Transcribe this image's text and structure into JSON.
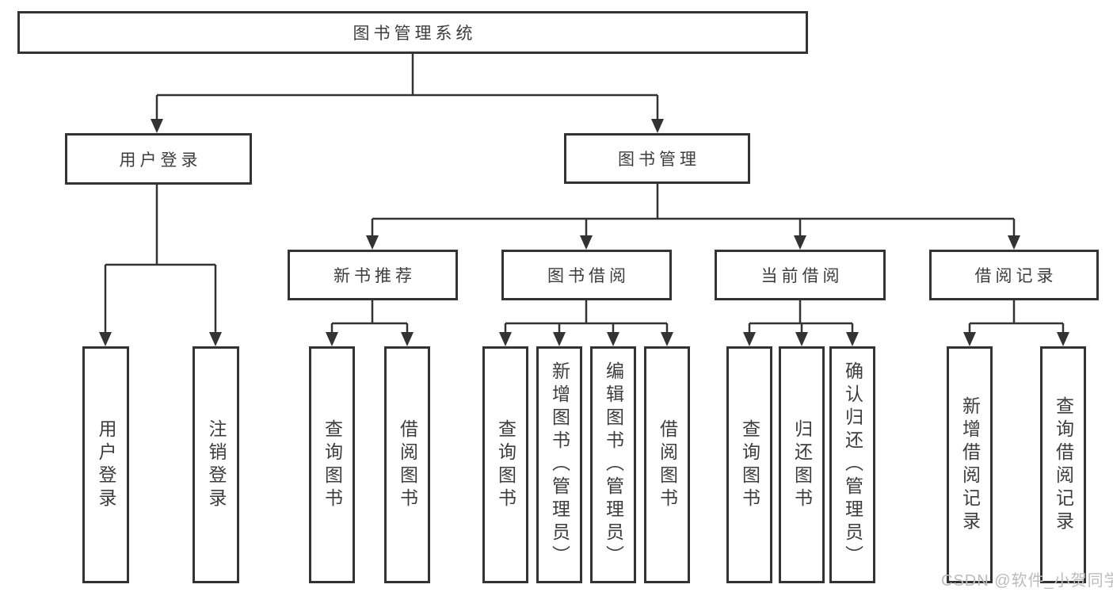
{
  "colors": {
    "line": "#333333",
    "text": "#3d3d3d",
    "background": "#ffffff",
    "watermark": "#bcbcbc"
  },
  "root": {
    "label": "图书管理系统"
  },
  "branches": [
    {
      "label": "用户登录",
      "children": [
        {
          "label": "用户登录"
        },
        {
          "label": "注销登录"
        }
      ]
    },
    {
      "label": "图书管理",
      "children": [
        {
          "label": "新书推荐",
          "children": [
            {
              "label": "查询图书"
            },
            {
              "label": "借阅图书"
            }
          ]
        },
        {
          "label": "图书借阅",
          "children": [
            {
              "label": "查询图书"
            },
            {
              "label": "新增图书（管理员）"
            },
            {
              "label": "编辑图书（管理员）"
            },
            {
              "label": "借阅图书"
            }
          ]
        },
        {
          "label": "当前借阅",
          "children": [
            {
              "label": "查询图书"
            },
            {
              "label": "归还图书"
            },
            {
              "label": "确认归还（管理员）"
            }
          ]
        },
        {
          "label": "借阅记录",
          "children": [
            {
              "label": "新增借阅记录"
            },
            {
              "label": "查询借阅记录"
            }
          ]
        }
      ]
    }
  ],
  "watermark": {
    "text": "CSDN @软件_小贺同学"
  }
}
